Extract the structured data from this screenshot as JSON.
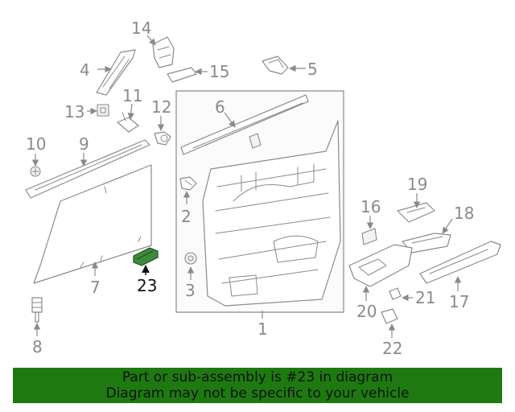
{
  "diagram": {
    "callouts": {
      "c1": "1",
      "c2": "2",
      "c3": "3",
      "c4": "4",
      "c5": "5",
      "c6": "6",
      "c7": "7",
      "c8": "8",
      "c9": "9",
      "c10": "10",
      "c11": "11",
      "c12": "12",
      "c13": "13",
      "c14": "14",
      "c15": "15",
      "c16": "16",
      "c17": "17",
      "c18": "18",
      "c19": "19",
      "c20": "20",
      "c21": "21",
      "c22": "22",
      "c23": "23"
    },
    "highlight_part": "23",
    "colors": {
      "line": "#8a8a8a",
      "highlight": "#3d8a3a",
      "banner": "#1e7a10"
    }
  },
  "banner": {
    "line1": "Part or sub-assembly is #23 in diagram",
    "line2": "Diagram may not be specific to your vehicle"
  }
}
